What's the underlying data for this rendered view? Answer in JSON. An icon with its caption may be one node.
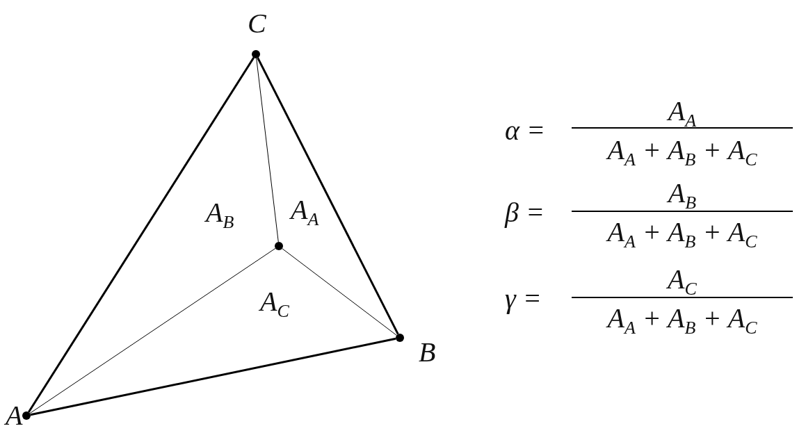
{
  "diagram": {
    "nodes": [
      {
        "text": [],
        "shape": "circle",
        "beside": [
          "C"
        ]
      },
      {
        "text": [],
        "shape": "circle"
      },
      {
        "text": [],
        "shape": "circle",
        "beside": [
          "B"
        ]
      },
      {
        "text": [],
        "shape": "circle",
        "beside": [
          "A"
        ]
      }
    ],
    "edges": [
      {
        "from": 3,
        "to": 0,
        "arrow": "none",
        "style": "thick"
      },
      {
        "from": 0,
        "to": 2,
        "arrow": "none",
        "style": "thick"
      },
      {
        "from": 3,
        "to": 2,
        "arrow": "none",
        "style": "thick"
      },
      {
        "from": 1,
        "to": 0,
        "arrow": "none"
      },
      {
        "from": 1,
        "to": 2,
        "arrow": "none"
      },
      {
        "from": 1,
        "to": 3,
        "arrow": "none"
      }
    ],
    "labels": [
      "A$_{B}$",
      "A$_{A}$",
      "A$_{C}$",
      "α =",
      "A$_{A}$",
      "A$_{A}$ + A$_{B}$ + A$_{C}$",
      "β =",
      "A$_{B}$",
      "A$_{A}$ + A$_{B}$ + A$_{C}$",
      "γ =",
      "A$_{C}$",
      "A$_{A}$ + A$_{B}$ + A$_{C}$"
    ]
  }
}
